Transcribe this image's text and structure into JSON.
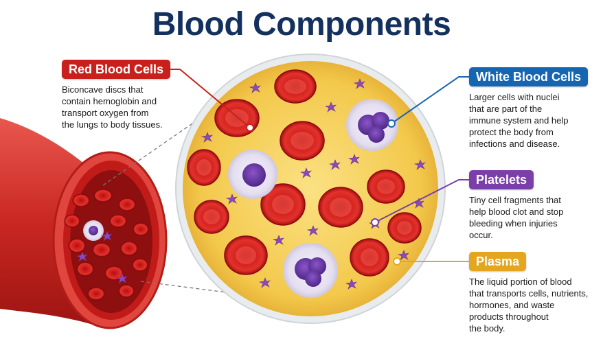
{
  "title": "Blood Components",
  "colors": {
    "title": "#13305e",
    "red_blood_cells": "#c8211d",
    "white_blood_cells": "#1665b2",
    "platelets": "#7a3fa8",
    "plasma": "#e4a61f"
  },
  "components": {
    "red_blood_cells": {
      "label": "Red Blood Cells",
      "description": [
        "Biconcave discs that",
        "contain hemoglobin and",
        "transport oxygen from",
        "the lungs to body tissues."
      ]
    },
    "white_blood_cells": {
      "label": "White Blood Cells",
      "description": [
        "Larger cells with nuclei",
        "that are part of the",
        "immune system and help",
        "protect the body from",
        "infections and disease."
      ]
    },
    "platelets": {
      "label": "Platelets",
      "description": [
        "Tiny cell fragments that",
        "help blood clot and stop",
        "bleeding when injuries",
        "occur."
      ]
    },
    "plasma": {
      "label": "Plasma",
      "description": [
        "The liquid portion of blood",
        "that transports cells, nutrients,",
        "hormones, and waste",
        "products throughout",
        "the body."
      ]
    }
  }
}
